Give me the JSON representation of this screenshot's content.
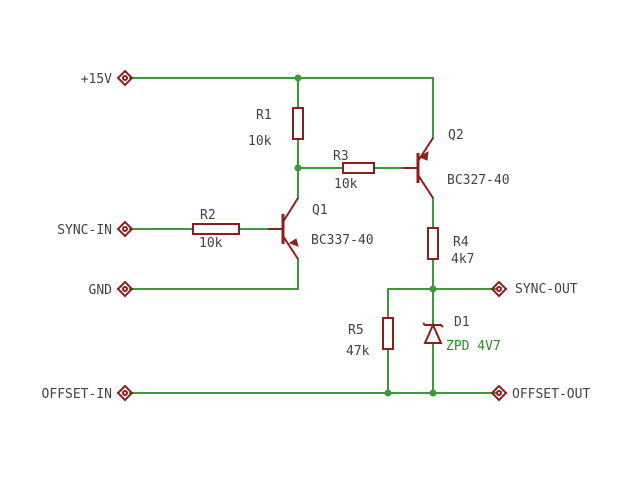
{
  "ports": {
    "p15v": "+15V",
    "sync_in": "SYNC-IN",
    "gnd": "GND",
    "offset_in": "OFFSET-IN",
    "sync_out": "SYNC-OUT",
    "offset_out": "OFFSET-OUT"
  },
  "components": {
    "r1": {
      "ref": "R1",
      "value": "10k"
    },
    "r2": {
      "ref": "R2",
      "value": "10k"
    },
    "r3": {
      "ref": "R3",
      "value": "10k"
    },
    "r4": {
      "ref": "R4",
      "value": "4k7"
    },
    "r5": {
      "ref": "R5",
      "value": "47k"
    },
    "q1": {
      "ref": "Q1",
      "value": "BC337-40"
    },
    "q2": {
      "ref": "Q2",
      "value": "BC327-40"
    },
    "d1": {
      "ref": "D1",
      "value": "ZPD 4V7"
    }
  },
  "colors": {
    "wire": "#3a9a3a",
    "component": "#8b1e1e",
    "label": "#444444",
    "value_highlight": "#2a8a2a"
  }
}
